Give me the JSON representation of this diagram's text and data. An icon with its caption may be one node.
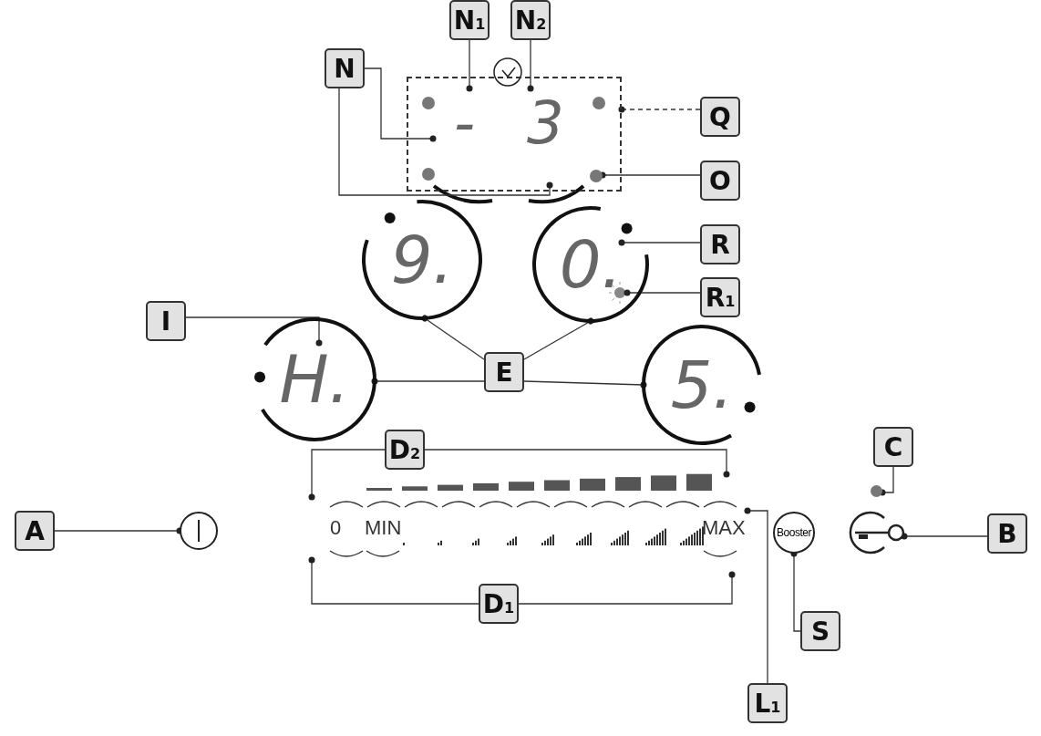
{
  "diagram": {
    "nodes": [
      {
        "text": [
          "N$_{1}$"
        ]
      },
      {
        "text": [
          "N$_{2}$"
        ]
      },
      {
        "text": [
          "N"
        ]
      },
      {
        "text": [
          "-",
          "3"
        ]
      },
      {
        "text": [],
        "shape": "circle",
        "in": 3
      },
      {
        "text": [],
        "shape": "circle",
        "in": 3
      },
      {
        "text": [],
        "shape": "circle",
        "in": 3
      },
      {
        "text": [],
        "shape": "circle",
        "in": 3
      },
      {
        "text": [
          "Q"
        ]
      },
      {
        "text": [
          "O"
        ]
      },
      {
        "text": [
          "9."
        ]
      },
      {
        "text": [
          "0."
        ]
      },
      {
        "text": [
          "R"
        ]
      },
      {
        "text": [
          "R$_{1}$"
        ]
      },
      {
        "text": [
          "I"
        ]
      },
      {
        "text": [
          "H."
        ]
      },
      {
        "text": [
          "E"
        ]
      },
      {
        "text": [
          "5."
        ]
      },
      {
        "text": [
          "D$_{2}$"
        ]
      },
      {
        "text": [
          "C"
        ]
      },
      {
        "text": [],
        "shape": "circle"
      },
      {
        "text": [
          "A"
        ]
      },
      {
        "text": [],
        "shape": "circle"
      },
      {
        "text": [
          "0",
          "MIN",
          "MAX"
        ]
      },
      {
        "text": [
          "Booster"
        ]
      },
      {
        "text": [],
        "shape": "circle"
      },
      {
        "text": [
          "B"
        ]
      },
      {
        "text": [
          "D$_{1}$"
        ]
      },
      {
        "text": [
          "S"
        ]
      },
      {
        "text": [
          "L$_{1}$"
        ]
      }
    ],
    "edges": [
      {
        "from": 0,
        "to": 3,
        "arrow": "other"
      },
      {
        "from": 1,
        "to": 3,
        "arrow": "other"
      },
      {
        "from": 2,
        "to": 3,
        "arrow": "other"
      },
      {
        "from": 2,
        "to": 3,
        "arrow": "other"
      },
      {
        "from": 8,
        "to": 3,
        "arrow": "other",
        "style": "dashed"
      },
      {
        "from": 9,
        "to": 7,
        "arrow": "other"
      },
      {
        "from": 12,
        "to": 11,
        "arrow": "other"
      },
      {
        "from": 13,
        "to": 11,
        "arrow": "other"
      },
      {
        "from": 14,
        "to": 15,
        "arrow": "other"
      },
      {
        "from": 16,
        "to": 10,
        "arrow": "other"
      },
      {
        "from": 16,
        "to": 11,
        "arrow": "other"
      },
      {
        "from": 16,
        "to": 15,
        "arrow": "other"
      },
      {
        "from": 16,
        "to": 17,
        "arrow": "other"
      },
      {
        "from": 18,
        "to": 23,
        "arrow": "other"
      },
      {
        "from": 18,
        "to": 23,
        "arrow": "other"
      },
      {
        "from": 21,
        "to": 22,
        "arrow": "other"
      },
      {
        "from": 19,
        "to": 20,
        "arrow": "other"
      },
      {
        "from": 26,
        "to": 25,
        "arrow": "other"
      },
      {
        "from": 27,
        "to": 23,
        "arrow": "other"
      },
      {
        "from": 27,
        "to": 23,
        "arrow": "other"
      },
      {
        "from": 28,
        "to": 24,
        "arrow": "other"
      },
      {
        "from": 29,
        "to": 23,
        "arrow": "other"
      }
    ]
  }
}
